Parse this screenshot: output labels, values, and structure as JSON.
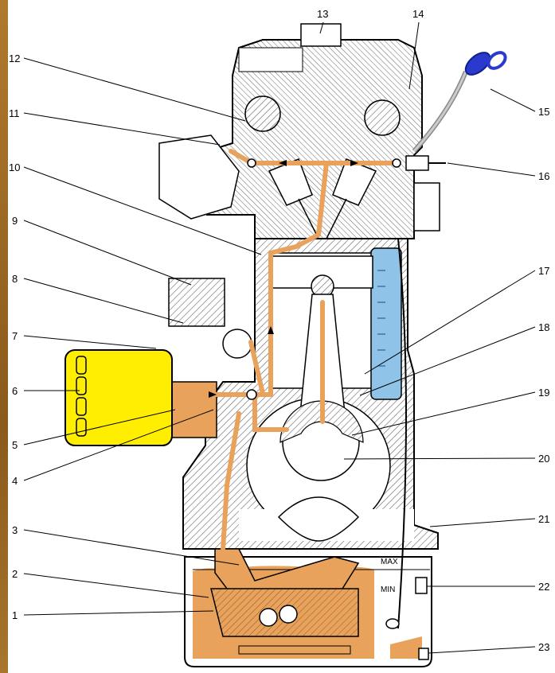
{
  "labels": {
    "l1": "1",
    "l2": "2",
    "l3": "3",
    "l4": "4",
    "l5": "5",
    "l6": "6",
    "l7": "7",
    "l8": "8",
    "l9": "9",
    "l10": "10",
    "l11": "11",
    "l12": "12",
    "l13": "13",
    "l14": "14",
    "l15": "15",
    "l16": "16",
    "l17": "17",
    "l18": "18",
    "l19": "19",
    "l20": "20",
    "l21": "21",
    "l22": "22",
    "l23": "23"
  },
  "dipstick": {
    "max": "MAX",
    "min": "MIN"
  },
  "colors": {
    "oil": "#e8a25c",
    "filter": "#ffee00",
    "coolant": "#8fc4e8",
    "dipstick_handle": "#2a3acc",
    "frame": "#9a6a28",
    "hatch": "#555555"
  }
}
